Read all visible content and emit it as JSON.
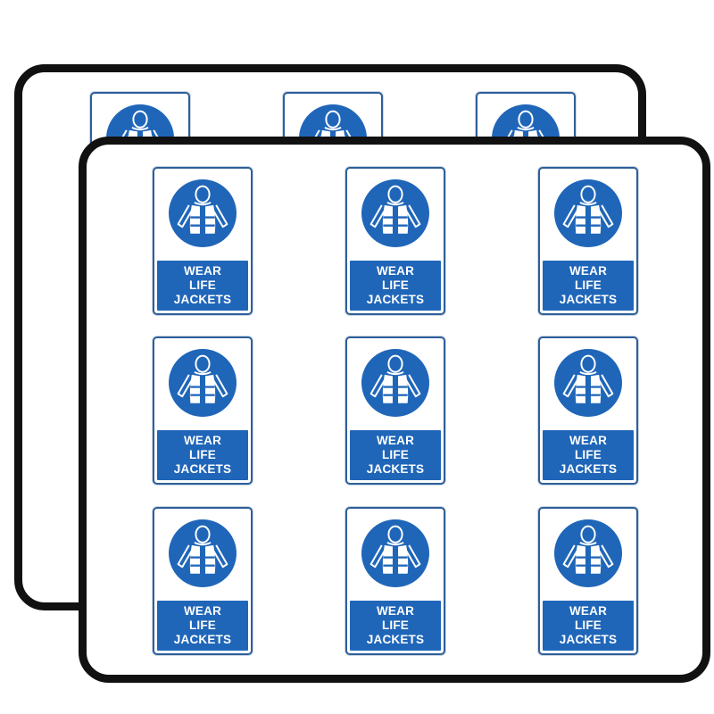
{
  "colors": {
    "sign_blue": "#1f66b9",
    "sheet_border": "#111111",
    "background": "#ffffff"
  },
  "sign": {
    "icon": "life-jacket-icon",
    "line1": "WEAR",
    "line2": "LIFE",
    "line3": "JACKETS"
  },
  "sheets": [
    {
      "name": "back",
      "stickers_visible": 3
    },
    {
      "name": "front",
      "stickers_visible": 9
    }
  ]
}
